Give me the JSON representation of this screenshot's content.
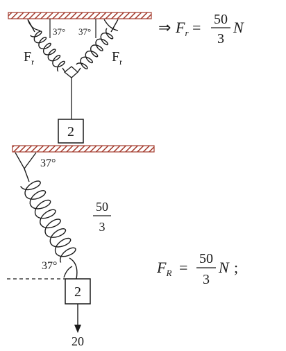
{
  "top_diagram": {
    "angle_left": "37°",
    "angle_right": "37°",
    "spring_label_left": "F",
    "spring_label_left_sub": "r",
    "spring_label_right": "F",
    "spring_label_right_sub": "r",
    "block_label": "2"
  },
  "top_equation": {
    "arrow": "⇒",
    "lhs": "F",
    "lhs_sub": "r",
    "equals": "=",
    "numerator": "50",
    "denominator": "3",
    "unit": "N"
  },
  "bottom_diagram": {
    "angle_top": "37°",
    "angle_bottom": "37°",
    "block_label": "2",
    "force_label": "20",
    "fraction_numerator": "50",
    "fraction_denominator": "3"
  },
  "bottom_equation": {
    "lhs": "F",
    "lhs_sub": "R",
    "equals": "=",
    "numerator": "50",
    "denominator": "3",
    "unit": "N",
    "terminator": ";"
  },
  "colors": {
    "ceiling": "#a33a2c",
    "ink": "#1a1a1a"
  }
}
